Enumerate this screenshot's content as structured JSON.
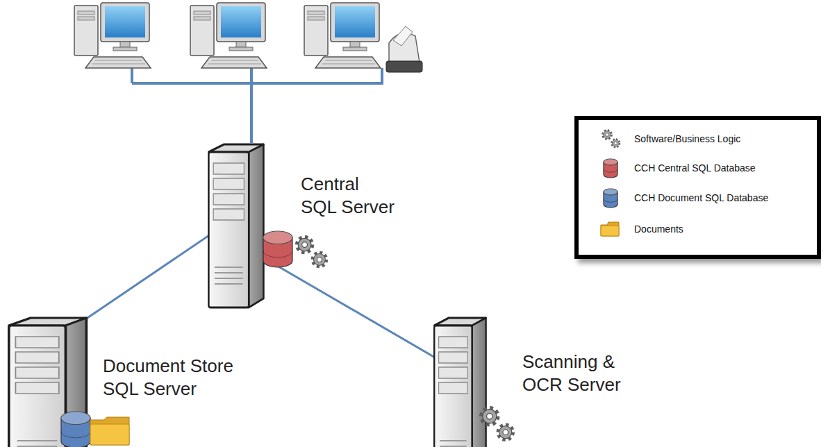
{
  "diagram": {
    "nodes": [
      {
        "text": [
          "Central SQL Server"
        ]
      },
      {
        "text": [
          "Document Store SQL Server"
        ]
      },
      {
        "text": [
          "Scanning & OCR Server"
        ]
      }
    ],
    "edges": [
      {
        "from": 0,
        "to": 1,
        "arrow": "none"
      },
      {
        "from": 0,
        "to": 2,
        "arrow": "none"
      }
    ],
    "legend": [
      {
        "text": "Software/Business Logic"
      },
      {
        "text": "CCH Central SQL Database",
        "color": "#c9595a"
      },
      {
        "text": "CCH Document SQL Database",
        "color": "#5a82bd"
      },
      {
        "text": "Documents",
        "color": "#f6c443"
      }
    ]
  }
}
